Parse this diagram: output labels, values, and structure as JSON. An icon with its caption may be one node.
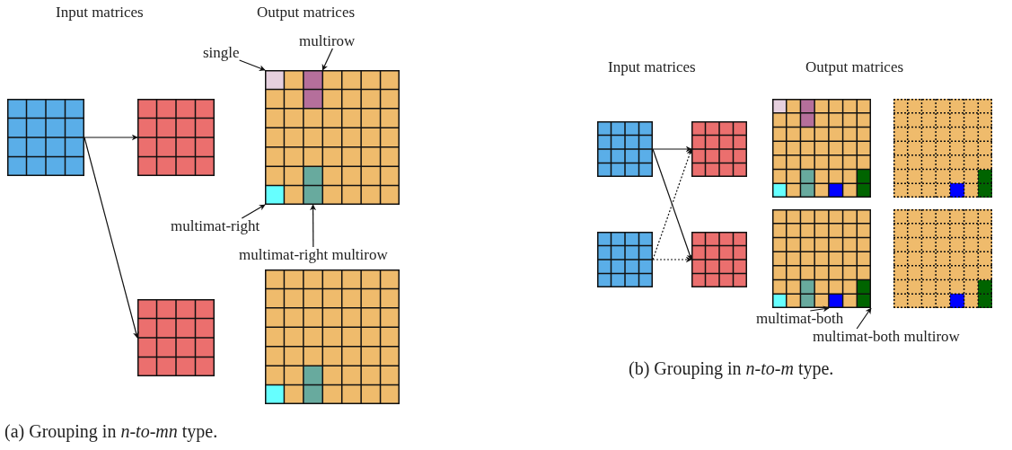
{
  "diagram": {
    "nodes": [
      {
        "text": [],
        "shape": "box"
      },
      {
        "text": [],
        "shape": "box"
      },
      {
        "text": [],
        "shape": "box"
      },
      {
        "text": [
          "single"
        ]
      },
      {
        "text": [
          "multirow"
        ]
      },
      {
        "text": [],
        "shape": "box"
      },
      {
        "text": [],
        "shape": "box",
        "in": 5
      },
      {
        "text": [],
        "shape": "box",
        "in": 5
      },
      {
        "text": [],
        "shape": "box",
        "in": 5
      },
      {
        "text": [],
        "shape": "box",
        "in": 5
      },
      {
        "text": [
          "multimat-right"
        ]
      },
      {
        "text": [
          "multimat-right multirow"
        ]
      },
      {
        "text": [],
        "shape": "box"
      },
      {
        "text": [],
        "shape": "box"
      },
      {
        "text": [],
        "shape": "box"
      },
      {
        "text": [],
        "shape": "box"
      },
      {
        "text": [],
        "shape": "box"
      },
      {
        "text": [],
        "shape": "box"
      },
      {
        "text": [],
        "shape": "box"
      },
      {
        "text": [],
        "shape": "box"
      },
      {
        "text": [],
        "shape": "box",
        "in": 19
      },
      {
        "text": [],
        "shape": "box",
        "in": 19
      },
      {
        "text": [],
        "shape": "box"
      },
      {
        "text": [
          "multimat-both"
        ]
      },
      {
        "text": [
          "multimat-both multirow"
        ]
      }
    ],
    "edges": [
      {
        "from": 0,
        "to": 1,
        "arrow": "to"
      },
      {
        "from": 0,
        "to": 2,
        "arrow": "to"
      },
      {
        "from": 3,
        "to": 6,
        "arrow": "to"
      },
      {
        "from": 4,
        "to": 7,
        "arrow": "to"
      },
      {
        "from": 10,
        "to": 8,
        "arrow": "to"
      },
      {
        "from": 11,
        "to": 9,
        "arrow": "to"
      },
      {
        "from": 13,
        "to": 14,
        "arrow": "to"
      },
      {
        "from": 13,
        "to": 18,
        "arrow": "to"
      },
      {
        "from": 17,
        "to": 14,
        "arrow": "to",
        "style": "dashed"
      },
      {
        "from": 17,
        "to": 18,
        "arrow": "to",
        "style": "dashed"
      },
      {
        "from": 23,
        "to": 20,
        "arrow": "to"
      },
      {
        "from": 24,
        "to": 21,
        "arrow": "to"
      }
    ],
    "labels": [
      "Input matrices",
      "Output matrices",
      "Input matrices",
      "Output matrices",
      "(b) Grouping in *n-to-m* type.",
      "(a) Grouping in *n-to-mn* type."
    ]
  }
}
